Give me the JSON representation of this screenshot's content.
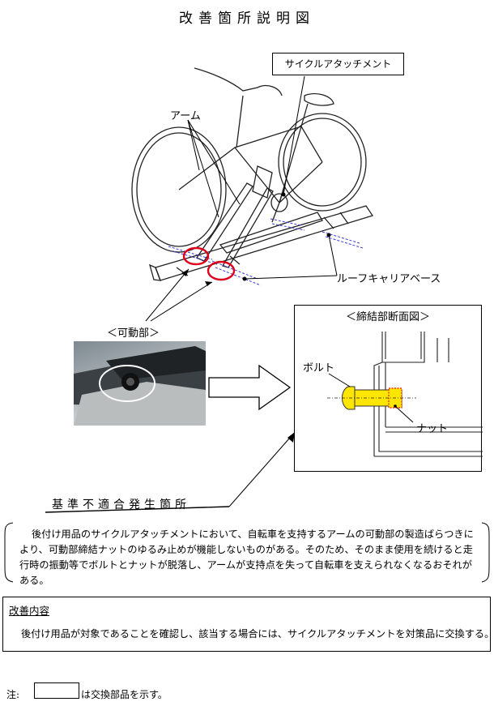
{
  "title": "改善箇所説明図",
  "labels": {
    "attachment": "サイクルアタッチメント",
    "arm": "アーム",
    "roof_carrier": "ルーフキャリアベース",
    "movable_part": "＜可動部＞",
    "section_view": "＜締結部断面図＞",
    "bolt": "ボルト",
    "nut": "ナット"
  },
  "fault": {
    "heading": "基準不適合発生箇所",
    "text": "後付け用品のサイクルアタッチメントにおいて、自転車を支持するアームの可動部の製造ばらつきにより、可動部締結ナットのゆるみ止めが機能しないものがある。そのため、そのまま使用を続けると走行時の振動等でボルトとナットが脱落し、アームが支持点を失って自転車を支えられなくなるおそれがある。"
  },
  "remedy": {
    "title": "改善内容",
    "text": "後付け用品が対象であることを確認し、該当する場合には、サイクルアタッチメントを対策品に交換する。"
  },
  "note": {
    "label": "注:",
    "text": "は交換部品を示す。"
  },
  "colors": {
    "highlight_circle": "#e0001b",
    "bolt_fill": "#ffe600",
    "nut_outline": "#ff3300",
    "dashed_rail": "#3a3ad8"
  }
}
